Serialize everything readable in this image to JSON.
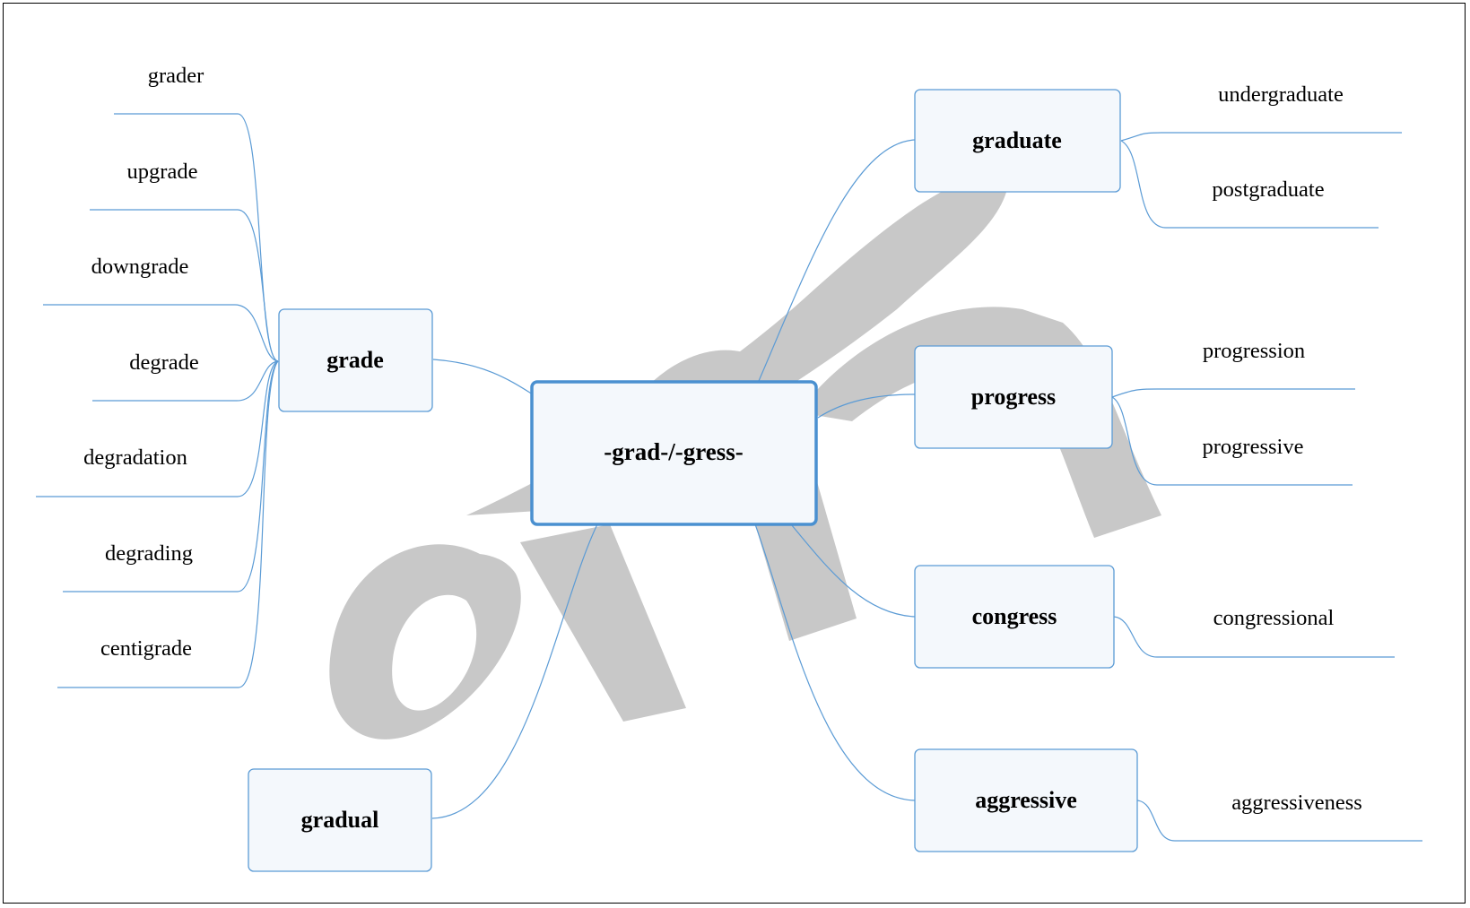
{
  "center": {
    "label": "-grad-/-gress-"
  },
  "grade": {
    "label": "grade",
    "leaves": [
      "grader",
      "upgrade",
      "downgrade",
      "degrade",
      "degradation",
      "degrading",
      "centigrade"
    ]
  },
  "gradual": {
    "label": "gradual"
  },
  "graduate": {
    "label": "graduate",
    "leaves": [
      "undergraduate",
      "postgraduate"
    ]
  },
  "progress": {
    "label": "progress",
    "leaves": [
      "progression",
      "progressive"
    ]
  },
  "congress": {
    "label": "congress",
    "leaves": [
      "congressional"
    ]
  },
  "aggressive": {
    "label": "aggressive",
    "leaves": [
      "aggressiveness"
    ]
  },
  "colors": {
    "line": "#5b9bd5",
    "box_fill": "#f4f8fc",
    "watermark": "#c8c8c8"
  }
}
